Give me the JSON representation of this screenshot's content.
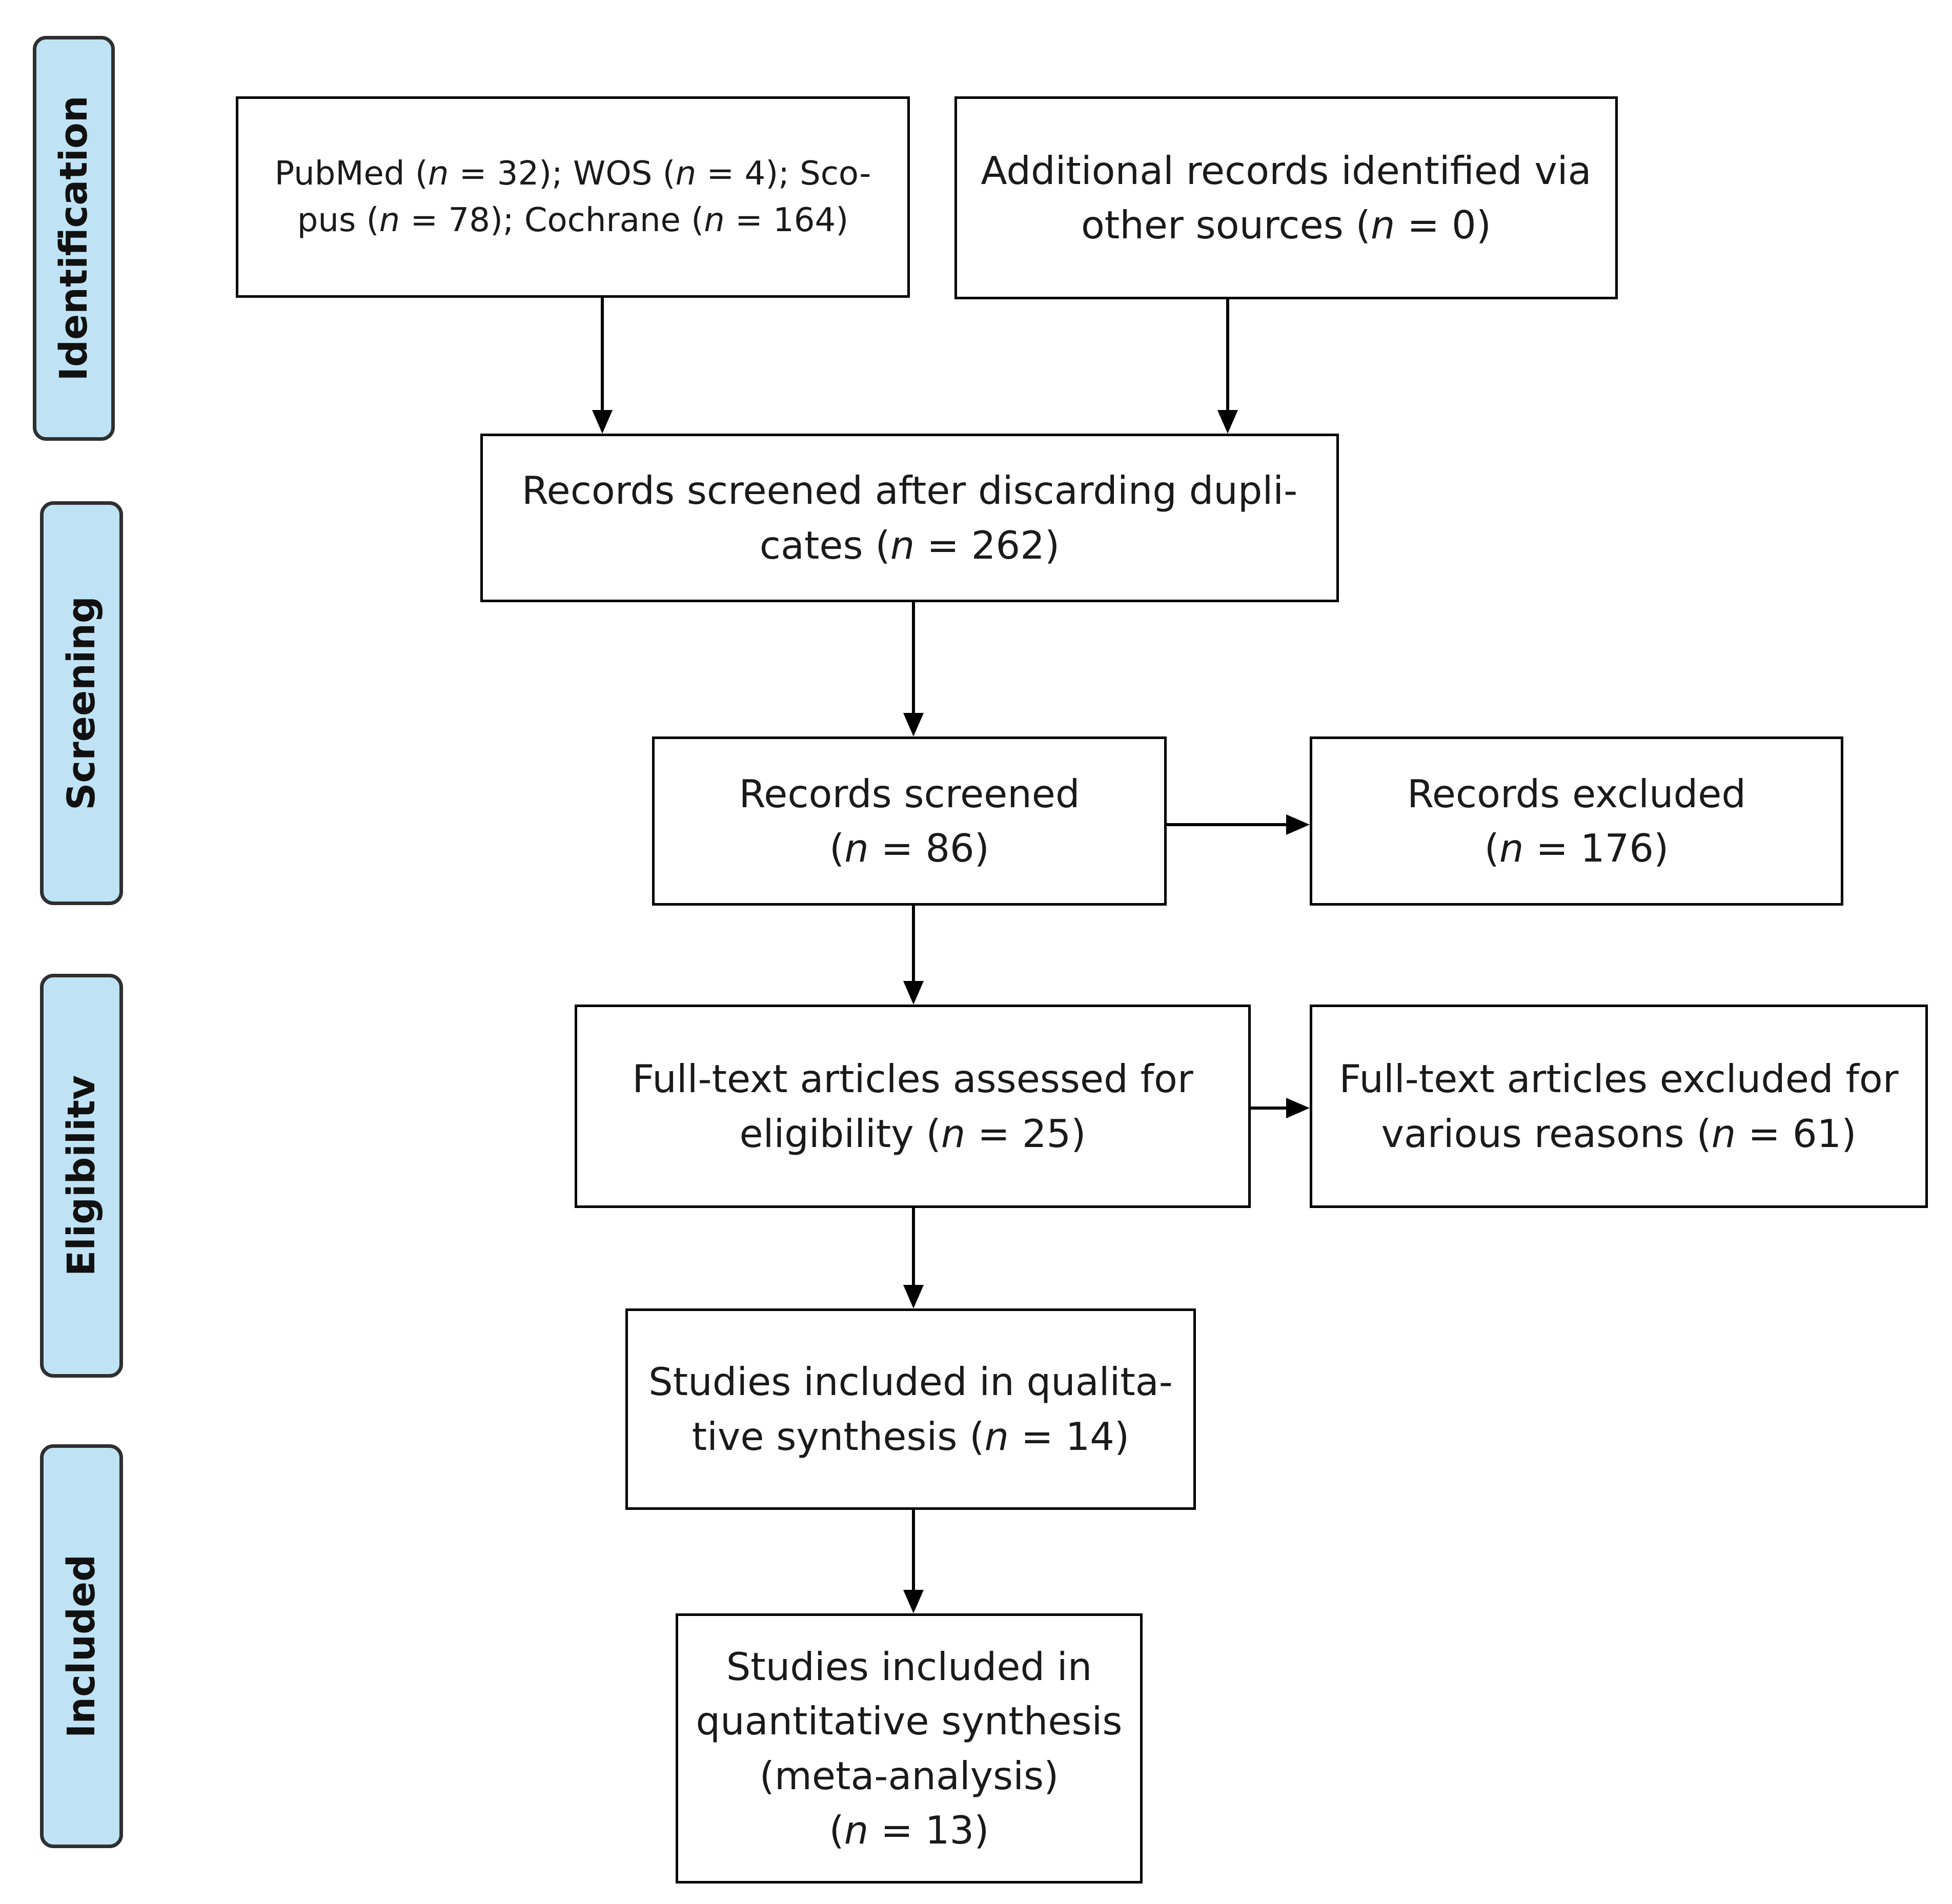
{
  "phases": {
    "identification": "Identification",
    "screening": "Screening",
    "eligibility": "Eligibilitv",
    "included": "Included"
  },
  "boxes": {
    "databases": {
      "line1": [
        "PubMed (",
        "n",
        " = 32); WOS (",
        "n",
        " = 4); Sco-"
      ],
      "line2": [
        "pus (",
        "n",
        " = 78); Cochrane (",
        "n",
        " = 164)"
      ]
    },
    "additional": {
      "line1": [
        "Additional records identified via"
      ],
      "line2": [
        "other sources (",
        "n",
        " = 0)"
      ]
    },
    "deduplicated": {
      "line1": [
        "Records screened after discarding dupli-"
      ],
      "line2": [
        "cates (",
        "n",
        " = 262)"
      ]
    },
    "screened": {
      "line1": [
        "Records screened"
      ],
      "line2": [
        "(",
        "n",
        " = 86)"
      ]
    },
    "excluded": {
      "line1": [
        "Records excluded"
      ],
      "line2": [
        "(",
        "n",
        " = 176)"
      ]
    },
    "fulltext": {
      "line1": [
        "Full-text articles assessed for"
      ],
      "line2": [
        "eligibility (",
        "n",
        " = 25)"
      ]
    },
    "fulltext_excluded": {
      "line1": [
        "Full-text articles excluded for"
      ],
      "line2": [
        "various reasons (",
        "n",
        " = 61)"
      ]
    },
    "qualitative": {
      "line1": [
        "Studies included in qualita-"
      ],
      "line2": [
        "tive synthesis (",
        "n",
        " = 14)"
      ]
    },
    "quantitative": {
      "line1": [
        "Studies included in"
      ],
      "line2": [
        "quantitative synthesis"
      ],
      "line3": [
        "(meta-analysis)"
      ],
      "line4": [
        "(",
        "n",
        " = 13)"
      ]
    }
  },
  "colors": {
    "phase_fill": "#bfe3f5",
    "phase_border": "#2f2f2f",
    "box_border": "#000000",
    "arrow": "#000000"
  }
}
